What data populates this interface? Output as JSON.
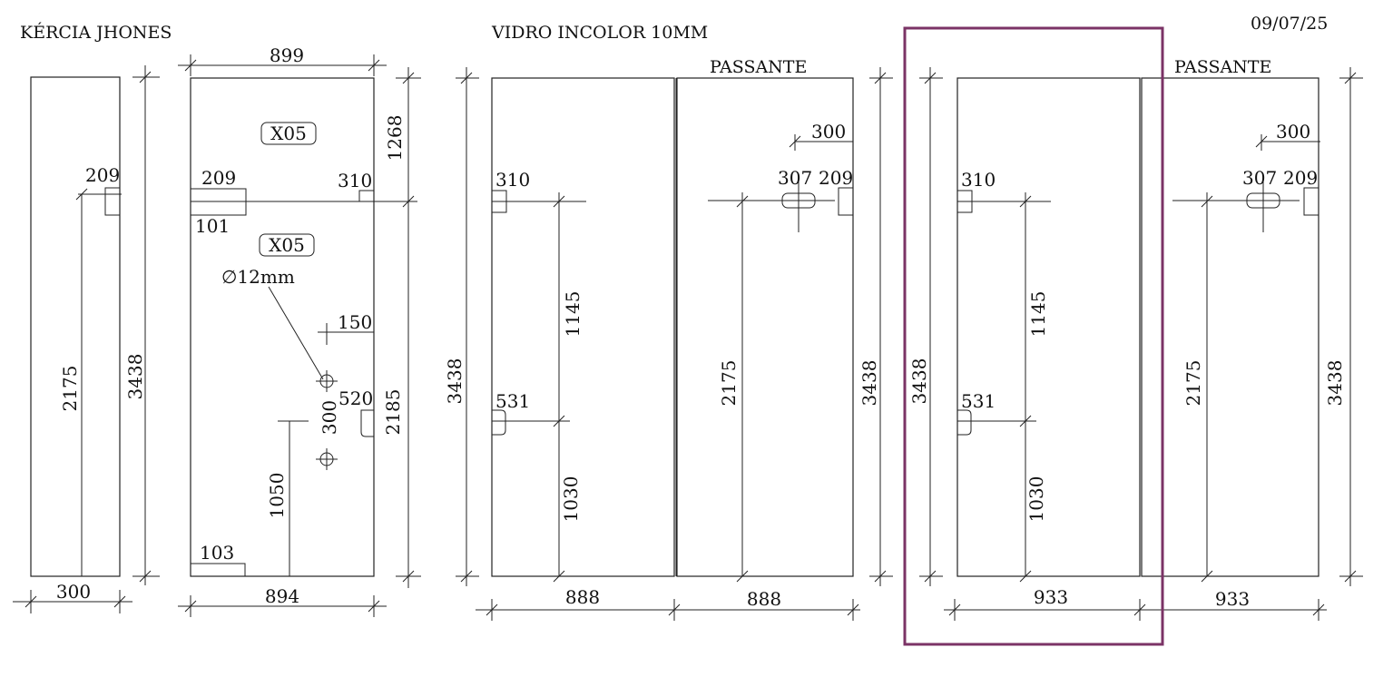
{
  "header": {
    "client": "KÉRCIA  JHONES",
    "material": "VIDRO INCOLOR 10MM",
    "date": "09/07/25"
  },
  "tags": {
    "passante_1": "PASSANTE",
    "passante_2": "PASSANTE"
  },
  "panel_a": {
    "width_label": "300",
    "height_label": "3438",
    "hinge_label": "209",
    "hinge_height": "2175"
  },
  "panel_b": {
    "top_width": "899",
    "bottom_width": "894",
    "label_x05_top": "X05",
    "label_x05_mid": "X05",
    "dim_209": "209",
    "dim_101": "101",
    "dim_310": "310",
    "dim_1268": "1268",
    "hole_label": "∅12mm",
    "dim_150": "150",
    "dim_520": "520",
    "dim_300": "300",
    "dim_2185": "2185",
    "dim_1050": "1050",
    "dim_103": "103"
  },
  "panel_c": {
    "height": "3438",
    "dim_310": "310",
    "dim_1145": "1145",
    "dim_531": "531",
    "dim_1030": "1030",
    "width": "888"
  },
  "panel_d": {
    "dim_300": "300",
    "dim_307": "307",
    "dim_209": "209",
    "dim_2175": "2175",
    "height": "3438",
    "width": "888"
  },
  "panel_e": {
    "height": "3438",
    "dim_310": "310",
    "dim_1145": "1145",
    "dim_531": "531",
    "dim_1030": "1030",
    "width": "933"
  },
  "panel_f": {
    "dim_300": "300",
    "dim_307": "307",
    "dim_209": "209",
    "dim_2175": "2175",
    "height": "3438",
    "width": "933"
  },
  "highlight_color": "#7b3366"
}
